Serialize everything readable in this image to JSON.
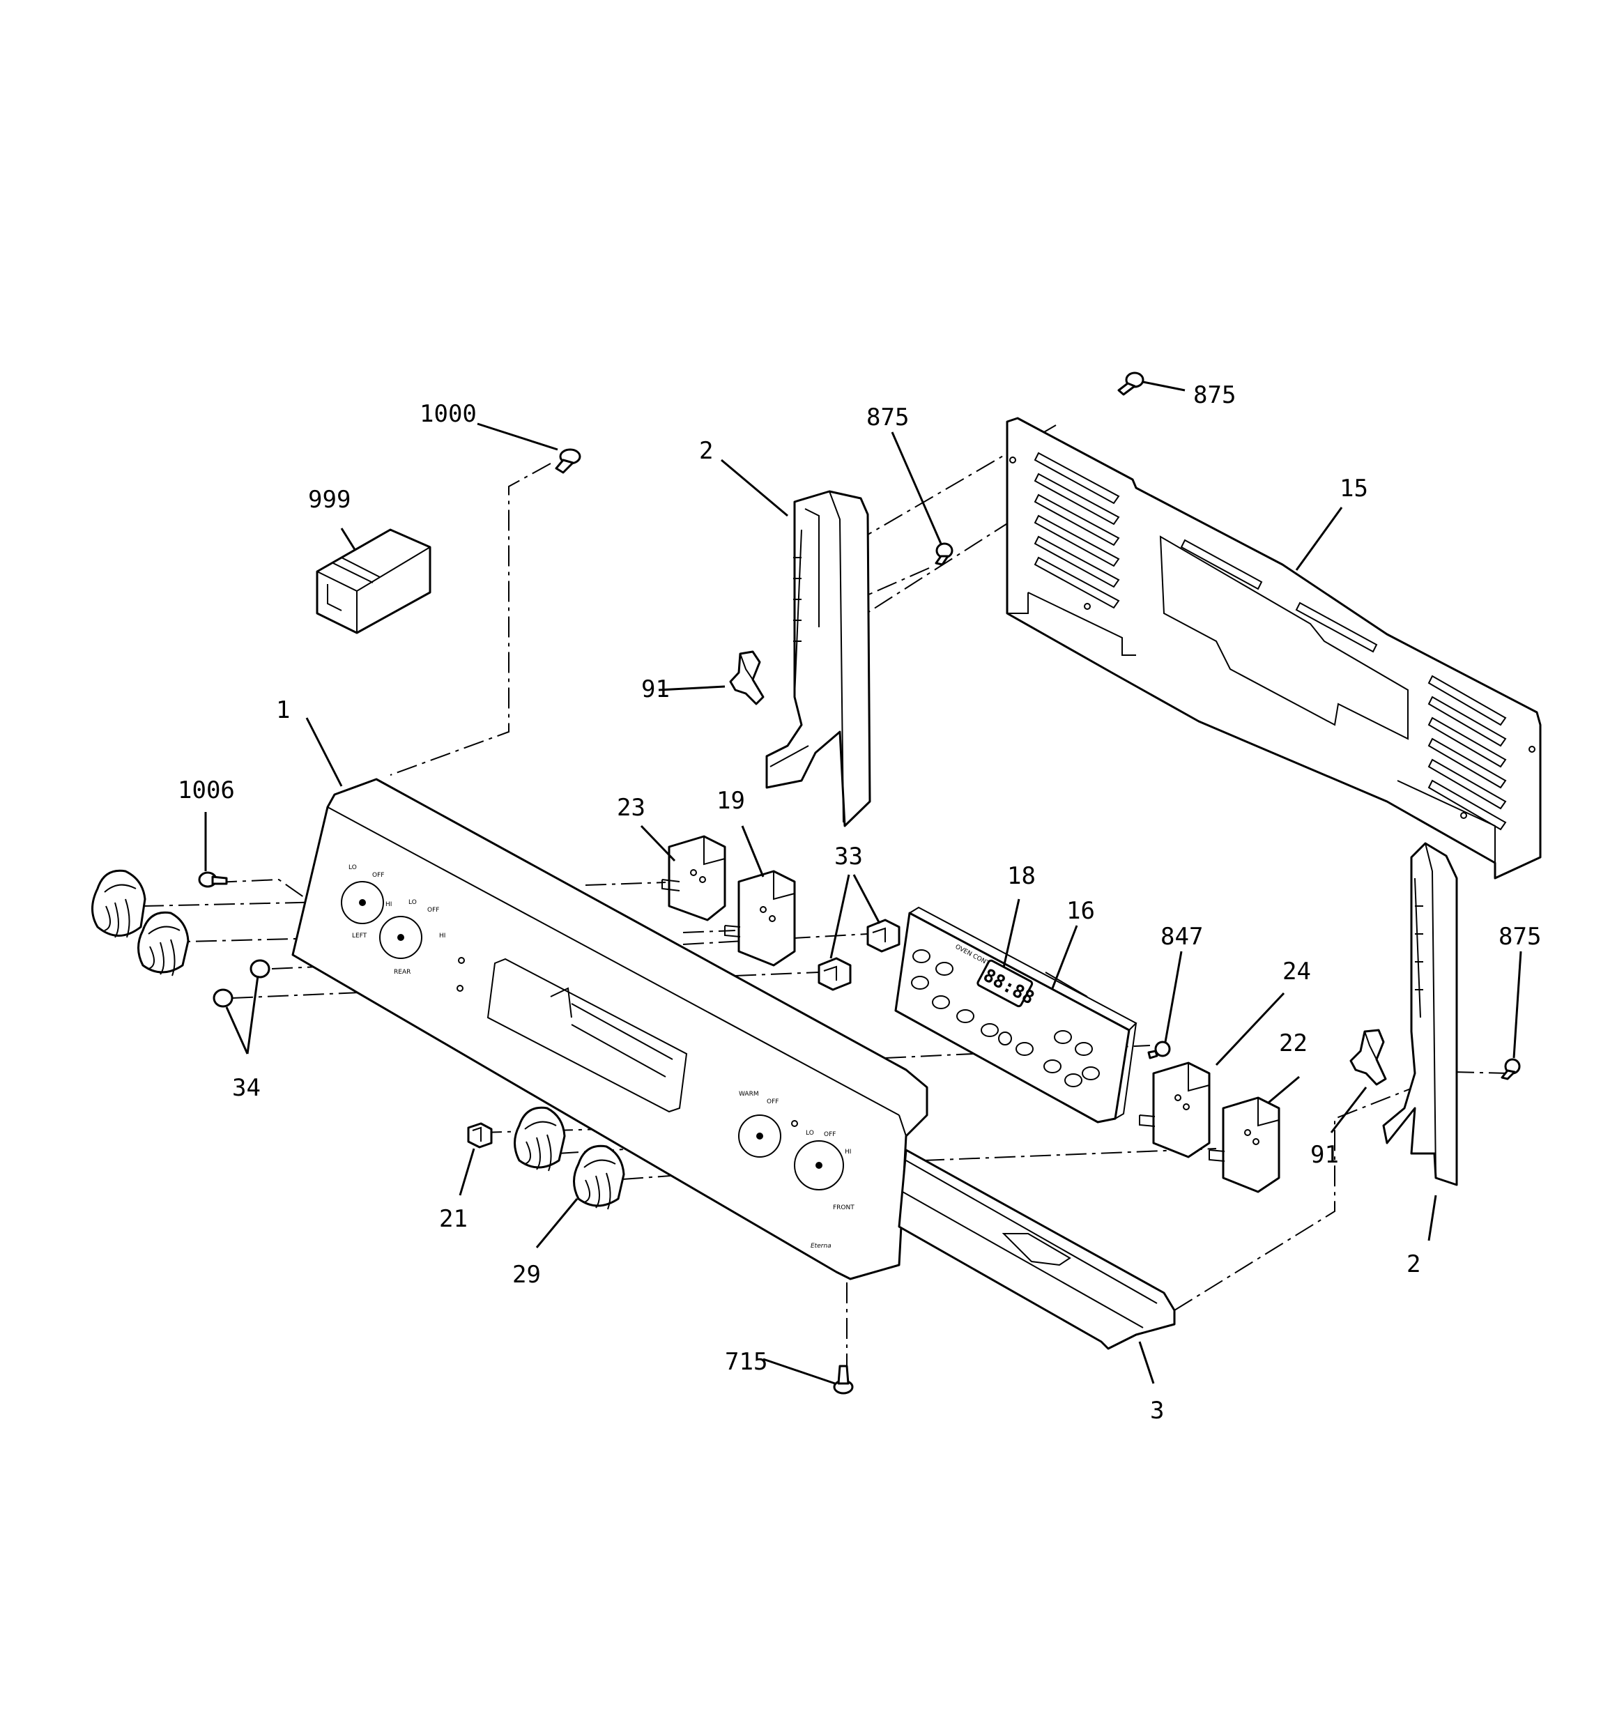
{
  "callouts": {
    "c1000": "1000",
    "c999": "999",
    "c1": "1",
    "c1006": "1006",
    "c34": "34",
    "c2_left": "2",
    "c875_top": "875",
    "c875_mid": "875",
    "c91_left": "91",
    "c15": "15",
    "c23": "23",
    "c19": "19",
    "c33": "33",
    "c18": "18",
    "c16": "16",
    "c847": "847",
    "c24": "24",
    "c22": "22",
    "c875_right": "875",
    "c91_right": "91",
    "c2_right": "2",
    "c21": "21",
    "c29": "29",
    "c715": "715",
    "c3": "3"
  },
  "panel_text": {
    "lo1": "LO",
    "off1": "OFF",
    "hi1": "HI",
    "lo2": "LO",
    "off2": "OFF",
    "hi2": "HI",
    "warm": "WARM",
    "off3": "OFF",
    "lo4": "LO",
    "off4": "OFF",
    "hi4": "HI",
    "left": "LEFT",
    "rear": "REAR",
    "front": "FRONT",
    "brand": "Eterna",
    "oven_controls": "OVEN CONTROLS",
    "display": "88:88"
  }
}
